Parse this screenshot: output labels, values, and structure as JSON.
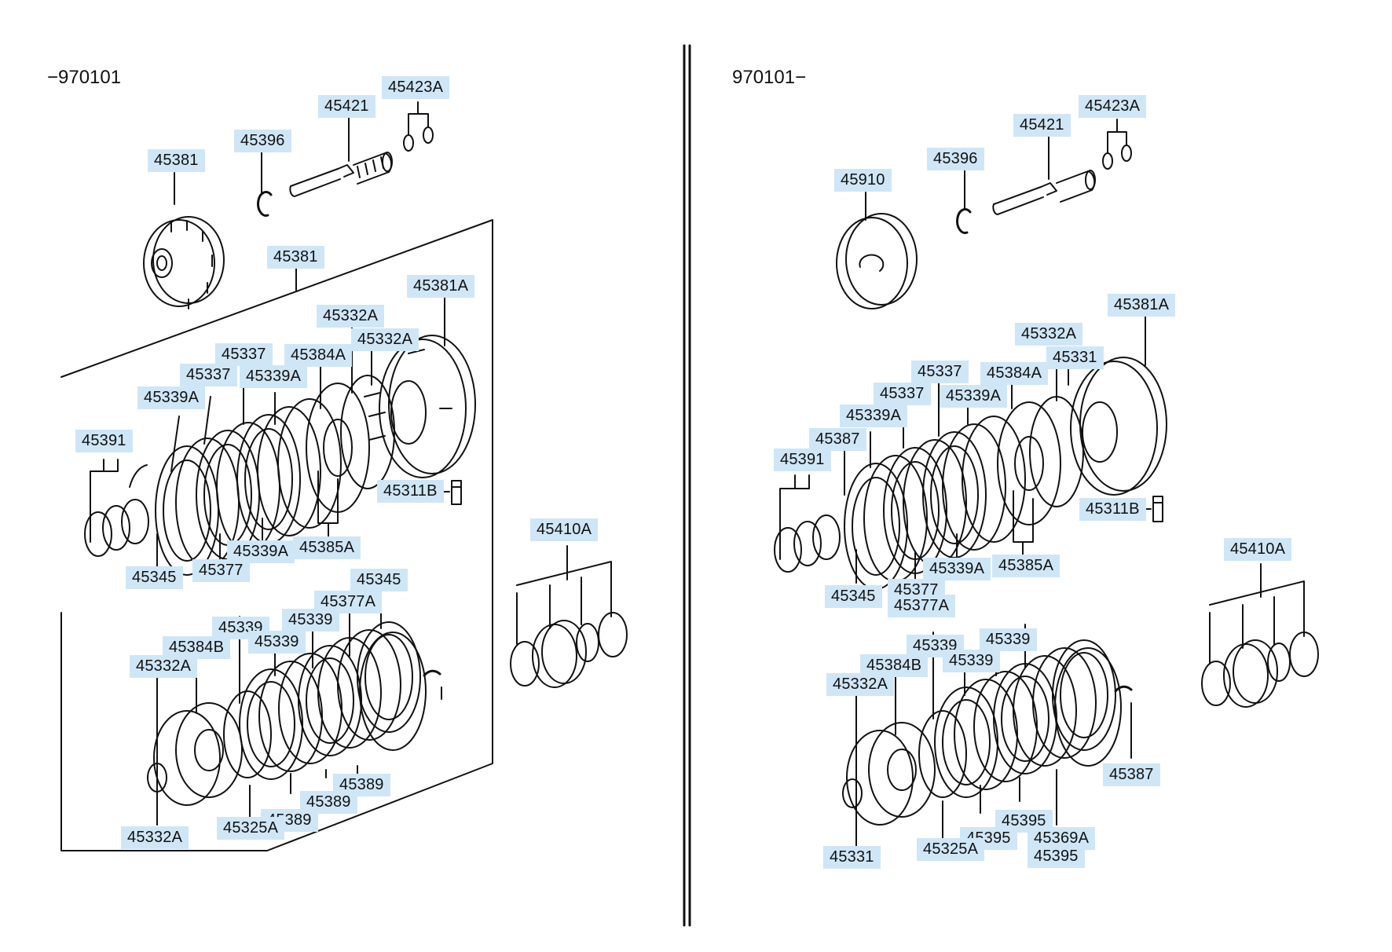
{
  "left_panel": {
    "title": "−970101",
    "labels": [
      "45381",
      "45396",
      "45421",
      "45423A",
      "45381",
      "45381A",
      "45332A",
      "45332A",
      "45384A",
      "45337",
      "45337",
      "45339A",
      "45339A",
      "45391",
      "45311B",
      "45339A",
      "45385A",
      "45377",
      "45345",
      "45410A",
      "45345",
      "45377A",
      "45339",
      "45339",
      "45339",
      "45384B",
      "45332A",
      "45389",
      "45389",
      "45389",
      "45325A",
      "45332A"
    ]
  },
  "right_panel": {
    "title": "970101−",
    "labels": [
      "45910",
      "45396",
      "45421",
      "45423A",
      "45381A",
      "45332A",
      "45331",
      "45384A",
      "45337",
      "45337",
      "45339A",
      "45339A",
      "45387",
      "45391",
      "45311B",
      "45339A",
      "45385A",
      "45345",
      "45377",
      "45377A",
      "45410A",
      "45339",
      "45339",
      "45339",
      "45384B",
      "45332A",
      "45387",
      "45395",
      "45395",
      "45369A",
      "45395",
      "45325A",
      "45331"
    ]
  },
  "colors": {
    "label_bg": "#cfe6f6",
    "line": "#111111"
  }
}
